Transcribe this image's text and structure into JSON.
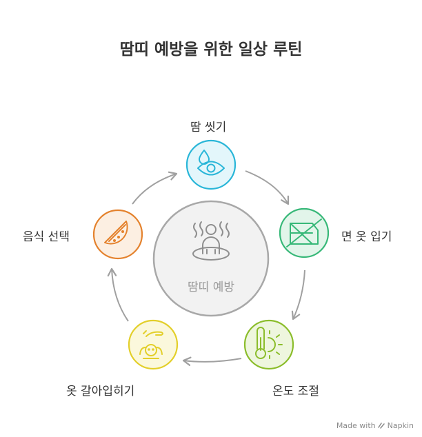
{
  "title": "땀띠 예방을 위한 일상 루틴",
  "center": {
    "label": "땀띠 예방",
    "icon": "person-heat-waves-icon"
  },
  "steps": [
    {
      "label": "땀 씻기",
      "icon": "eye-water-drop-icon",
      "color": "#29b6d8",
      "fill": "#e3f6fb"
    },
    {
      "label": "면 옷 입기",
      "icon": "crossed-out-clothing-icon",
      "color": "#37b878",
      "fill": "#e2f5ea"
    },
    {
      "label": "온도 조절",
      "icon": "thermometer-sun-icon",
      "color": "#8bbd2b",
      "fill": "#eef6de"
    },
    {
      "label": "옷 갈아입히기",
      "icon": "child-dressing-hand-icon",
      "color": "#e3cf2a",
      "fill": "#fbf8dc"
    },
    {
      "label": "음식 선택",
      "icon": "watermelon-slice-icon",
      "color": "#e4822d",
      "fill": "#fcefe2"
    }
  ],
  "footer": {
    "text": "Made with",
    "brand": "Napkin"
  }
}
